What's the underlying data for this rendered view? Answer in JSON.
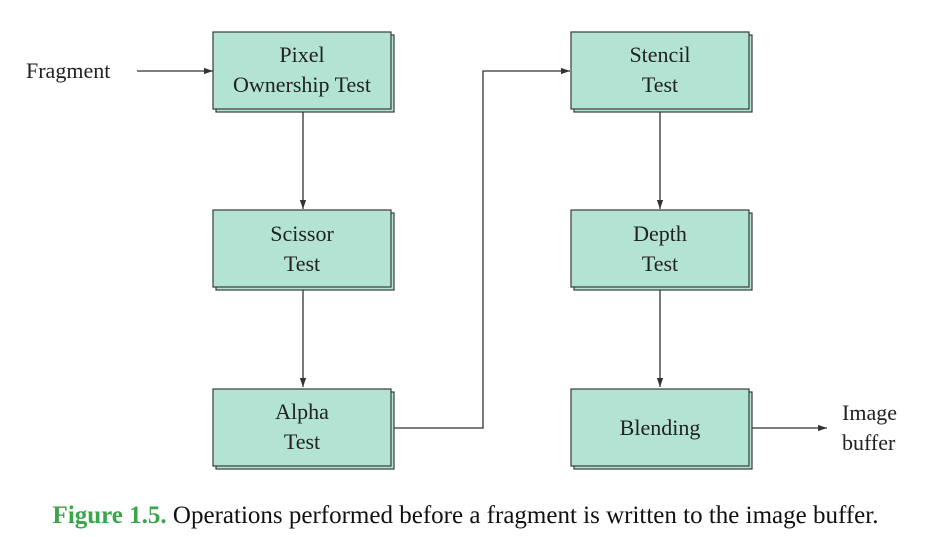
{
  "nodes": {
    "pixel_ownership": {
      "lines": [
        "Pixel",
        "Ownership Test"
      ]
    },
    "scissor": {
      "lines": [
        "Scissor",
        "Test"
      ]
    },
    "alpha": {
      "lines": [
        "Alpha",
        "Test"
      ]
    },
    "stencil": {
      "lines": [
        "Stencil",
        "Test"
      ]
    },
    "depth": {
      "lines": [
        "Depth",
        "Test"
      ]
    },
    "blending": {
      "lines": [
        "Blending"
      ]
    }
  },
  "input_label": "Fragment",
  "output_label": [
    "Image",
    "buffer"
  ],
  "caption": {
    "label": "Figure 1.5.",
    "text": " Operations performed before a fragment is written to the image buffer."
  },
  "colors": {
    "box_fill": "#b3e3d3",
    "caption_label": "#3aa64a"
  }
}
